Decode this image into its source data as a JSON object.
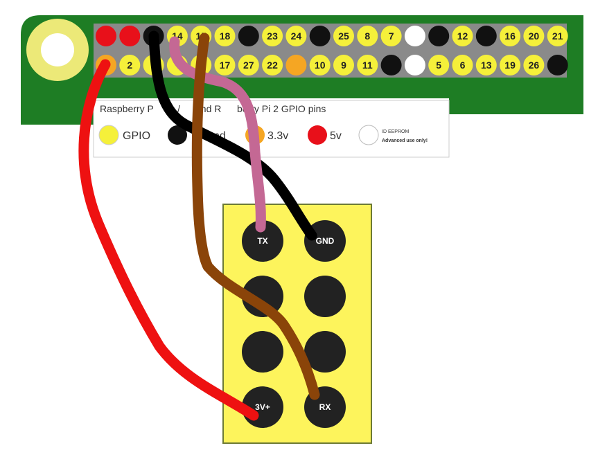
{
  "header": {
    "top_pins": [
      "",
      "",
      "",
      "14",
      "15",
      "18",
      "",
      "23",
      "24",
      "",
      "25",
      "8",
      "7",
      "",
      "",
      "12",
      "",
      "16",
      "20",
      "21"
    ],
    "top_colors": [
      "#e8101a",
      "#e8101a",
      "#111111",
      "#f5f03a",
      "#f5f03a",
      "#f5f03a",
      "#111111",
      "#f5f03a",
      "#f5f03a",
      "#111111",
      "#f5f03a",
      "#f5f03a",
      "#f5f03a",
      "#ffffff",
      "#111111",
      "#f5f03a",
      "#111111",
      "#f5f03a",
      "#f5f03a",
      "#f5f03a"
    ],
    "bottom_pins": [
      "",
      "2",
      "",
      "",
      "",
      "17",
      "27",
      "22",
      "",
      "10",
      "9",
      "11",
      "",
      "",
      "5",
      "6",
      "13",
      "19",
      "26",
      ""
    ],
    "bottom_colors": [
      "#f5a623",
      "#f5f03a",
      "#f5f03a",
      "#f5f03a",
      "#f5f03a",
      "#f5f03a",
      "#f5f03a",
      "#f5f03a",
      "#f5a623",
      "#f5f03a",
      "#f5f03a",
      "#f5f03a",
      "#111111",
      "#ffffff",
      "#f5f03a",
      "#f5f03a",
      "#f5f03a",
      "#f5f03a",
      "#f5f03a",
      "#111111"
    ]
  },
  "legend": {
    "title_parts": [
      "Raspberry P",
      "+ / ",
      "and R",
      "berry Pi 2 GPIO pins"
    ],
    "gpio_label": "GPIO",
    "gnd_label": "nd",
    "v33_label": "3.3v",
    "v5_label": "5v",
    "eeprom_label": "ID EEPROM",
    "advanced_label": "Advanced use only!"
  },
  "module": {
    "pins": [
      {
        "label": "TX"
      },
      {
        "label": "GND"
      },
      {
        "label": ""
      },
      {
        "label": ""
      },
      {
        "label": ""
      },
      {
        "label": ""
      },
      {
        "label": "3V+"
      },
      {
        "label": "RX"
      }
    ]
  },
  "colors": {
    "board": "#1e7d24",
    "header_bg": "#8a8a8a",
    "gpio": "#f5f03a",
    "ground": "#111111",
    "v33": "#f5a623",
    "v5": "#e8101a",
    "module_bg": "#fdf45c",
    "module_border": "#6d7a35",
    "wire_red": "#ee1111",
    "wire_black": "#000000",
    "wire_pink": "#c46894",
    "wire_brown": "#8a4409"
  }
}
